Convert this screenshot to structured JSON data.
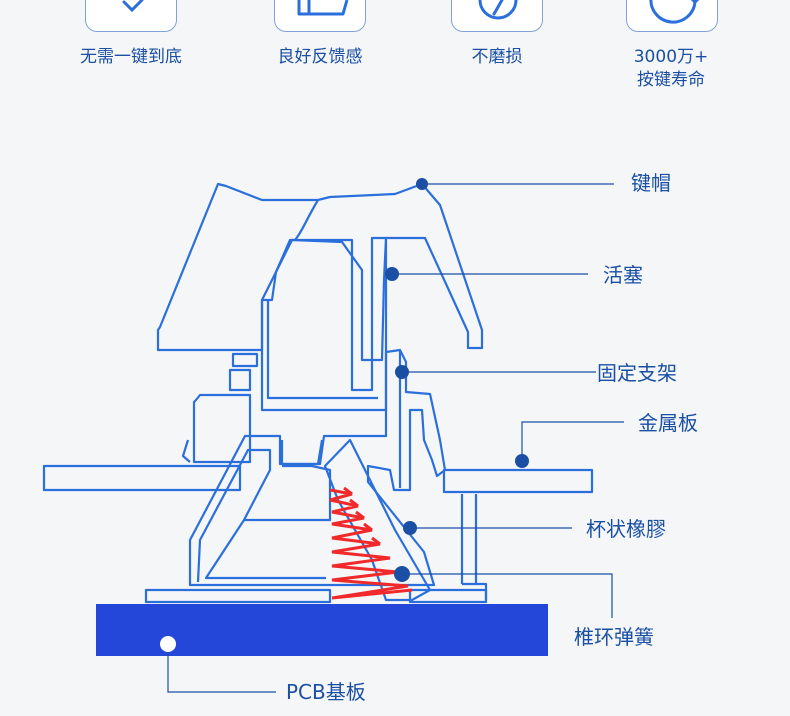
{
  "features": [
    {
      "label": "无需一键到底"
    },
    {
      "label": "良好反馈感"
    },
    {
      "label": "不磨损"
    },
    {
      "label_line1": "3000万+",
      "label_line2": "按键寿命"
    }
  ],
  "parts": {
    "keycap": "键帽",
    "plunger": "活塞",
    "housing": "固定支架",
    "plate": "金属板",
    "dome": "杯状橡膠",
    "spring": "椎环弹簧",
    "pcb": "PCB基板"
  },
  "colors": {
    "outline": "#2b6fdc",
    "pcb_fill": "#2547d9",
    "spring": "#f02a2a",
    "dot": "#1a4fa3",
    "leader": "#1a4fa3"
  }
}
